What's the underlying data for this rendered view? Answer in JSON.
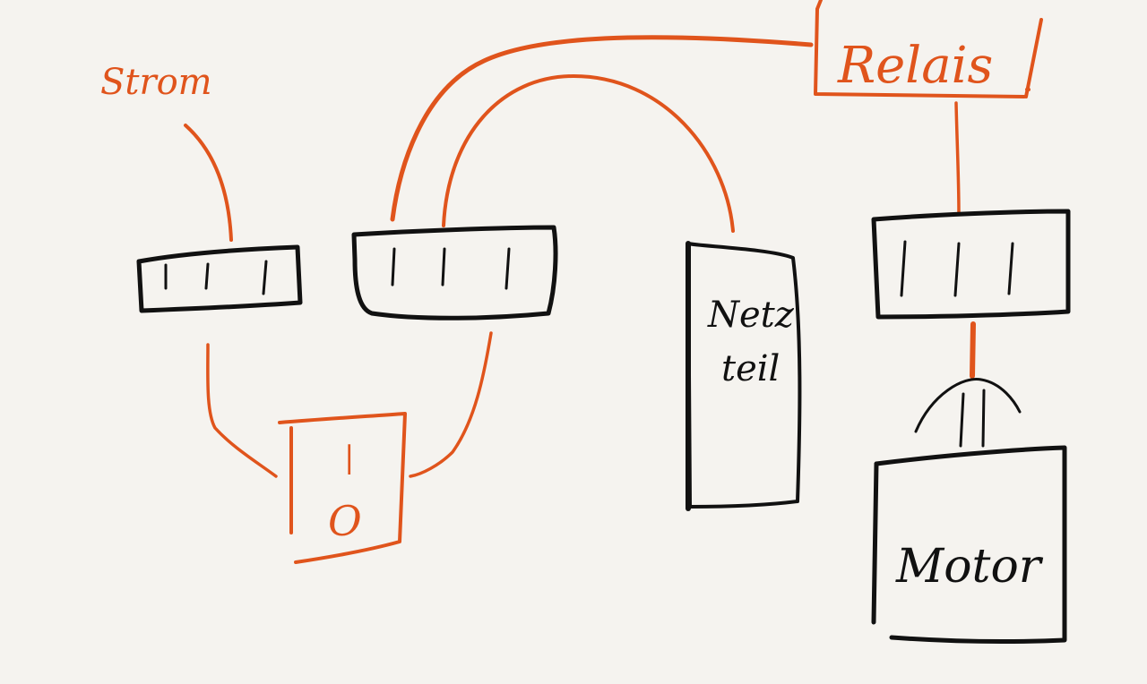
{
  "colors": {
    "background": "#f5f3ef",
    "orange_ink": "#e0541c",
    "black_ink": "#111111"
  },
  "labels": {
    "power": "Strom",
    "relay": "Relais",
    "psu_line1": "Netz",
    "psu_line2": "teil",
    "motor": "Motor",
    "switch_on": "|",
    "switch_off": "O"
  }
}
